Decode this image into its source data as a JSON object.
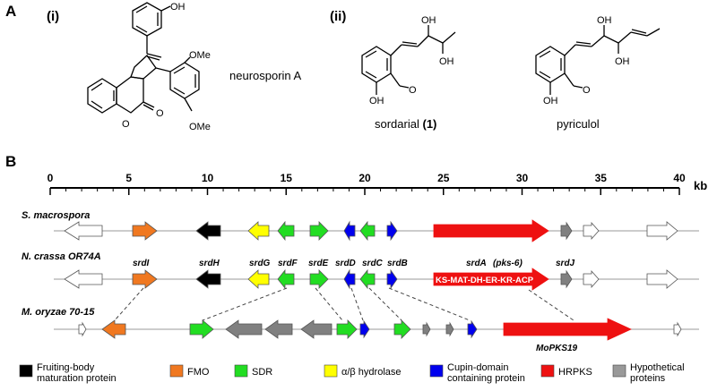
{
  "panel_a": {
    "label": "A",
    "sub_i": "(i)",
    "sub_ii": "(ii)",
    "compound_1": "neurosporin A",
    "compound_2_name": "sordarial",
    "compound_2_num": "(1)",
    "compound_3": "pyriculol",
    "atoms": {
      "oh": "OH",
      "ome": "OMe",
      "o": "O"
    }
  },
  "panel_b": {
    "label": "B",
    "scale_ticks": [
      "0",
      "5",
      "10",
      "15",
      "20",
      "25",
      "30",
      "35",
      "40"
    ],
    "scale_unit": "kb",
    "organisms": [
      "S. macrospora",
      "N. crassa OR74A",
      "M. oryzae 70-15"
    ],
    "gene_labels": [
      "srdI",
      "srdH",
      "srdG",
      "srdF",
      "srdE",
      "srdD",
      "srdC",
      "srdB",
      "srdA",
      "(pks-6)",
      "srdJ"
    ],
    "pks_domains": "KS-MAT-DH-ER-KR-ACP",
    "mopks": "MoPKS19"
  },
  "legend": [
    {
      "label": "Fruiting-body maturation protein",
      "lines": [
        "Fruiting-body",
        "maturation protein"
      ],
      "color": "#000000"
    },
    {
      "label": "FMO",
      "lines": [
        "FMO"
      ],
      "color": "#F07820"
    },
    {
      "label": "SDR",
      "lines": [
        "SDR"
      ],
      "color": "#22DD22"
    },
    {
      "label": "α/β hydrolase",
      "lines": [
        "α/β hydrolase"
      ],
      "color": "#FFFF00"
    },
    {
      "label": "Cupin-domain containing protein",
      "lines": [
        "Cupin-domain",
        "containing protein"
      ],
      "color": "#0000EE"
    },
    {
      "label": "HRPKS",
      "lines": [
        "HRPKS"
      ],
      "color": "#EE1111"
    },
    {
      "label": "Hypothetical proteins",
      "lines": [
        "Hypothetical",
        "proteins"
      ],
      "color": "#999999"
    }
  ]
}
